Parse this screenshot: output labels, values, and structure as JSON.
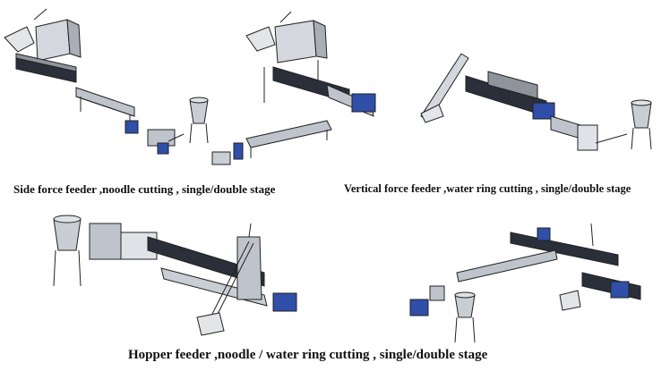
{
  "captions": {
    "top_left": "Side force feeder ,noodle cutting , single/double stage",
    "top_right": "Vertical force feeder ,water ring cutting , single/double stage",
    "bottom": "Hopper feeder ,noodle / water ring cutting , single/double stage"
  },
  "images": {
    "line1": "extrusion-line-side-force-feeder-illustration",
    "line2": "extrusion-line-vertical-feeder-noodle-illustration",
    "line3": "extrusion-line-vertical-force-feeder-water-ring-illustration",
    "line4": "extrusion-line-hopper-feeder-illustration",
    "line5": "extrusion-line-double-stage-hopper-illustration"
  },
  "colors": {
    "machine_gray": "#bfc4cc",
    "machine_dark": "#2a2f3a",
    "motor_blue": "#2f4fa8",
    "outline": "#222222"
  }
}
